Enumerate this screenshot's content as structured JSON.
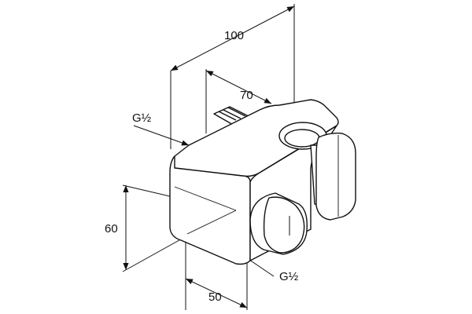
{
  "dimensions": {
    "overall_depth": "100",
    "depth_to_outlet": "70",
    "height": "60",
    "width": "50"
  },
  "threads": {
    "inlet": "G½",
    "outlet": "G½"
  }
}
